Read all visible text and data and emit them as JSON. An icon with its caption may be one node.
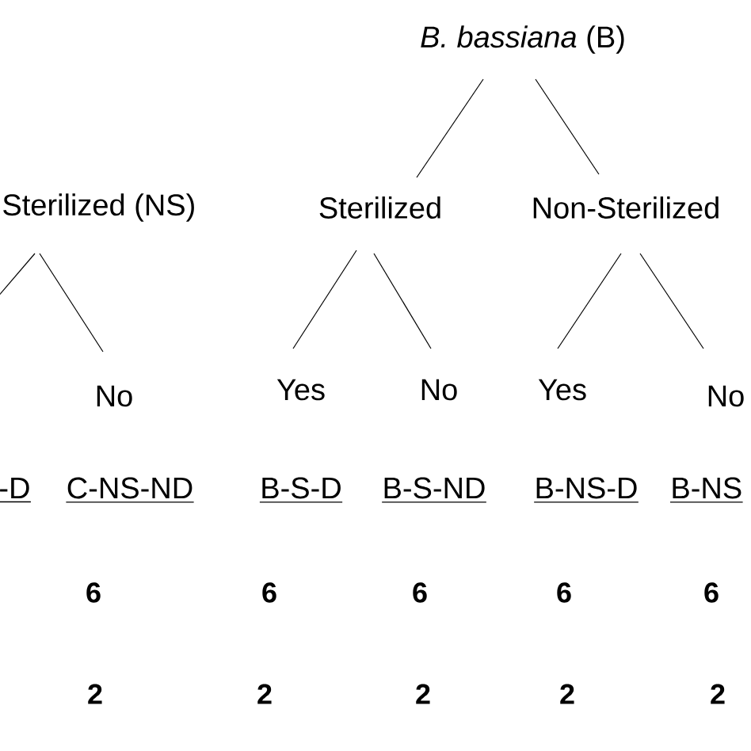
{
  "diagram": {
    "nodes": [
      {
        "text": [
          "*B. bassiana* (B)"
        ]
      },
      {
        "text": [
          "Sterilized (NS)"
        ]
      },
      {
        "text": [
          "Sterilized"
        ]
      },
      {
        "text": [
          "Non-Sterilized"
        ]
      },
      {
        "text": [
          "No"
        ]
      },
      {
        "text": [
          "Yes"
        ]
      },
      {
        "text": [
          "No"
        ]
      },
      {
        "text": [
          "Yes"
        ]
      },
      {
        "text": [
          "No"
        ]
      }
    ],
    "edges": [
      {
        "from": 0,
        "to": 2,
        "arrow": "none"
      },
      {
        "from": 0,
        "to": 3,
        "arrow": "none"
      },
      {
        "from": 1,
        "to": null,
        "arrow": "none"
      },
      {
        "from": 1,
        "to": 4,
        "arrow": "none"
      },
      {
        "from": 2,
        "to": 5,
        "arrow": "none"
      },
      {
        "from": 2,
        "to": 6,
        "arrow": "none"
      },
      {
        "from": 3,
        "to": 7,
        "arrow": "none"
      },
      {
        "from": 3,
        "to": 8,
        "arrow": "none"
      }
    ],
    "labels": [
      "-D",
      "C-NS-ND",
      "B-S-D",
      "B-S-ND",
      "B-NS-D",
      "B-NS",
      "6",
      "6",
      "6",
      "6",
      "6",
      "2",
      "2",
      "2",
      "2",
      "2"
    ]
  }
}
